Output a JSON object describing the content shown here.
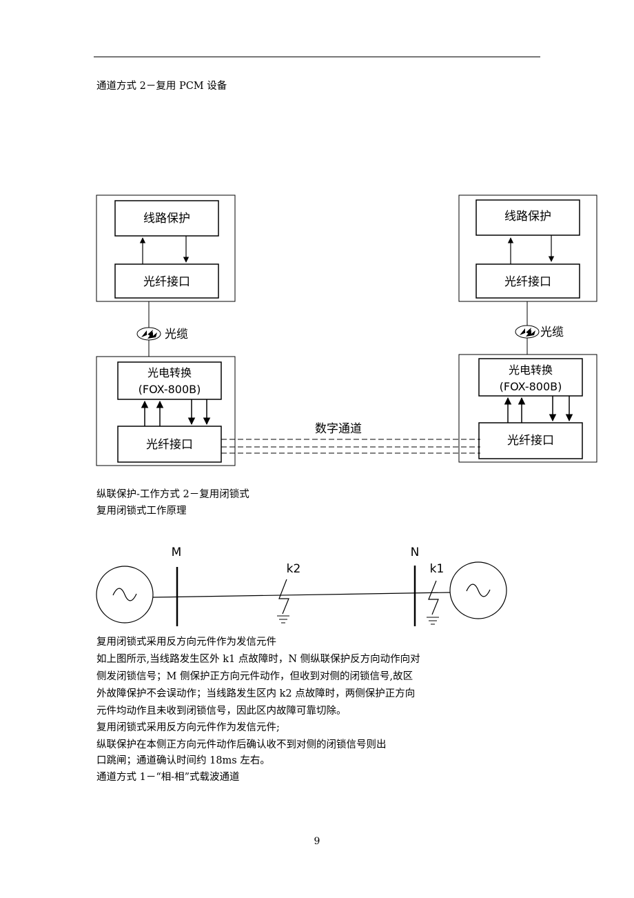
{
  "heading_pcm": "通道方式 2－复用 PCM 设备",
  "diagram1": {
    "left": {
      "line_protection": "线路保护",
      "fiber_interface_top": "光纤接口",
      "cable": "光缆",
      "oe_converter_line1": "光电转换",
      "oe_converter_line2": "(FOX-800B)",
      "fiber_interface_bottom": "光纤接口"
    },
    "right": {
      "line_protection": "线路保护",
      "fiber_interface_top": "光纤接口",
      "cable": "光缆",
      "oe_converter_line1": "光电转换",
      "oe_converter_line2": "(FOX-800B)",
      "fiber_interface_bottom": "光纤接口"
    },
    "digital_channel": "数字通道"
  },
  "heading_mode2": "纵联保护-工作方式 2－复用闭锁式",
  "heading_principle": "复用闭锁式工作原理",
  "diagram2": {
    "bus_m": "M",
    "bus_n": "N",
    "fault_k2": "k2",
    "fault_k1": "k1"
  },
  "body": [
    "复用闭锁式采用反方向元件作为发信元件",
    "如上图所示,当线路发生区外 k1 点故障时，N 侧纵联保护反方向动作向对",
    "侧发闭锁信号；M 侧保护正方向元件动作，但收到对侧的闭锁信号,故区",
    "外故障保护不会误动作；当线路发生区内 k2 点故障时，两侧保护正方向",
    "元件均动作且未收到闭锁信号，因此区内故障可靠切除。",
    "复用闭锁式采用反方向元件作为发信元件;",
    "纵联保护在本侧正方向元件动作后确认收不到对侧的闭锁信号则出",
    "  口跳闸；通道确认时间约 18ms 左右。",
    "通道方式 1－“相-相”式载波通道"
  ],
  "page_number": "9"
}
